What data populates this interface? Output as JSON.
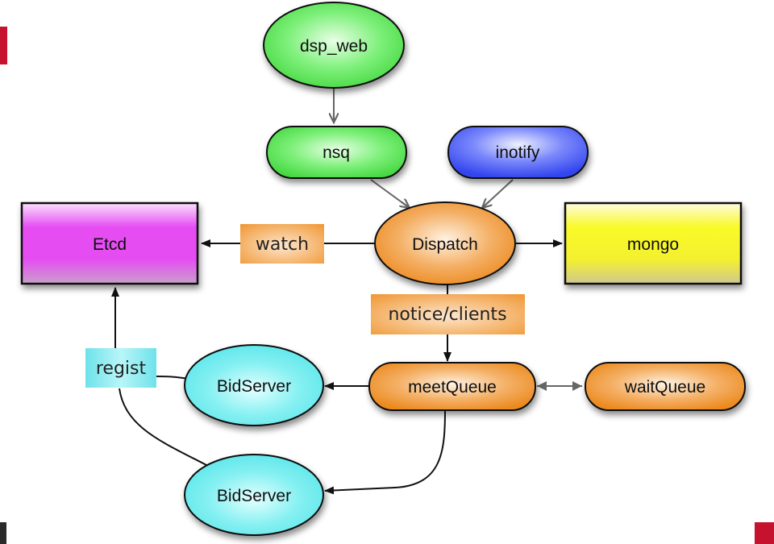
{
  "colors": {
    "accent_red": "#c4122f",
    "accent_dark": "#2a2a2a",
    "green": "#5ee65a",
    "blue": "#4a5cf5",
    "magenta": "#e14cf0",
    "yellow": "#f8f52a",
    "orange": "#f0982f",
    "cyan": "#6cecef"
  },
  "nodes": {
    "dsp_web": "dsp_web",
    "nsq": "nsq",
    "inotify": "inotify",
    "dispatch": "Dispatch",
    "etcd": "Etcd",
    "mongo": "mongo",
    "meet_queue": "meetQueue",
    "wait_queue": "waitQueue",
    "bid_server_1": "BidServer",
    "bid_server_2": "BidServer"
  },
  "edge_labels": {
    "watch": "watch",
    "notice_clients": "notice/clients",
    "regist": "regist"
  }
}
